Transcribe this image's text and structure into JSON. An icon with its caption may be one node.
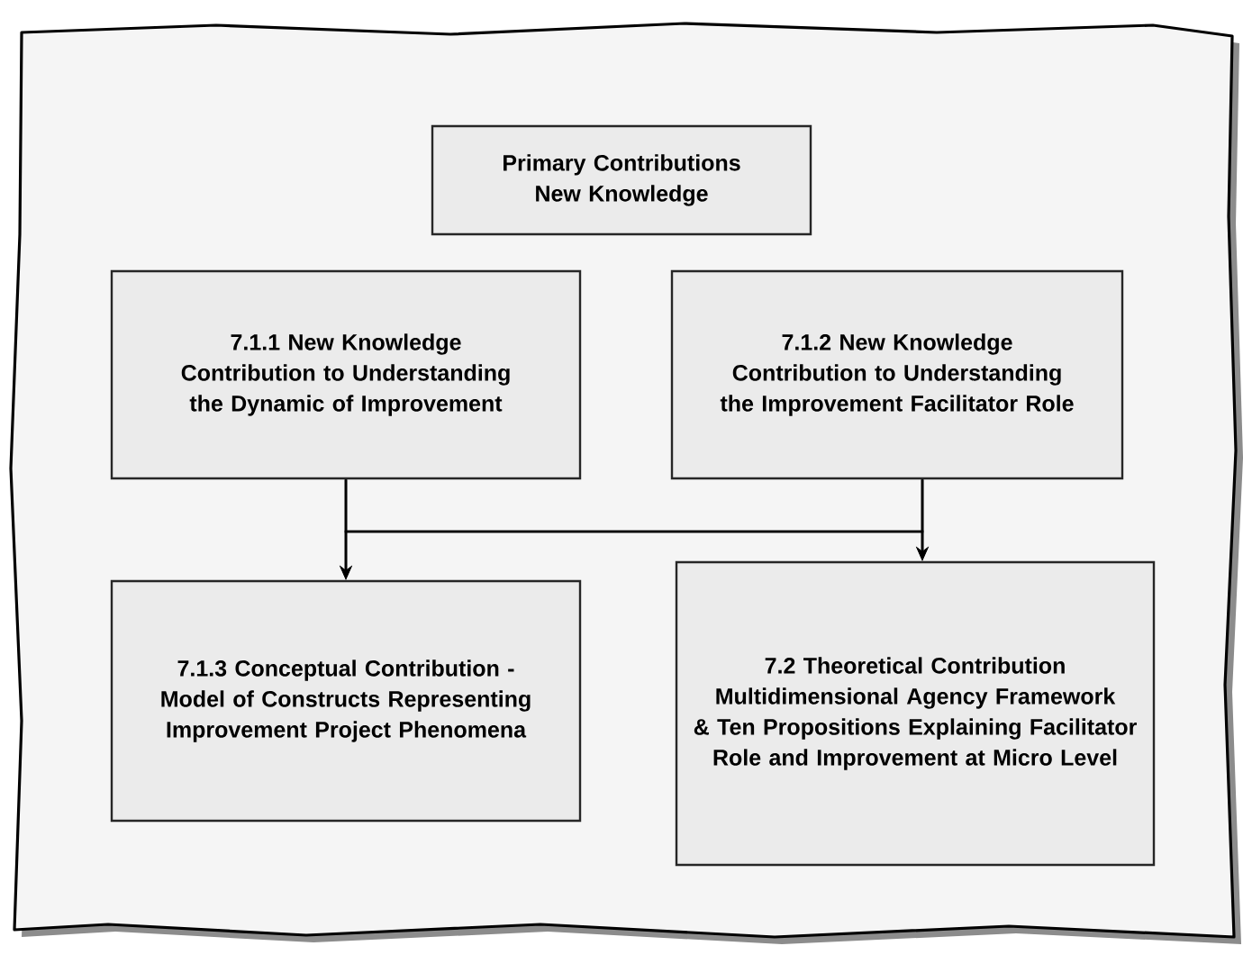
{
  "diagram": {
    "nodes": [
      {
        "text": [
          "Primary Contributions New Knowledge"
        ]
      },
      {
        "text": [
          "7.1.1 New Knowledge Contribution to Understanding the Dynamic of Improvement"
        ]
      },
      {
        "text": [
          "7.1.2 New Knowledge Contribution to Understanding the Improvement Facilitator Role"
        ]
      },
      {
        "text": [
          "7.1.3 Conceptual Contribution - Model of Constructs Representing Improvement Project Phenomena"
        ]
      },
      {
        "text": [
          "7.2 Theoretical Contribution Multidimensional Agency Framework & Ten Propositions Explaining Facilitator Role and Improvement at Micro Level"
        ]
      }
    ],
    "edges": [
      {
        "from": 1,
        "to": 3,
        "arrow": "to"
      },
      {
        "from": 1,
        "to": 4,
        "arrow": "to"
      },
      {
        "from": 2,
        "to": 3,
        "arrow": "to"
      },
      {
        "from": 2,
        "to": 4,
        "arrow": "to"
      }
    ]
  }
}
